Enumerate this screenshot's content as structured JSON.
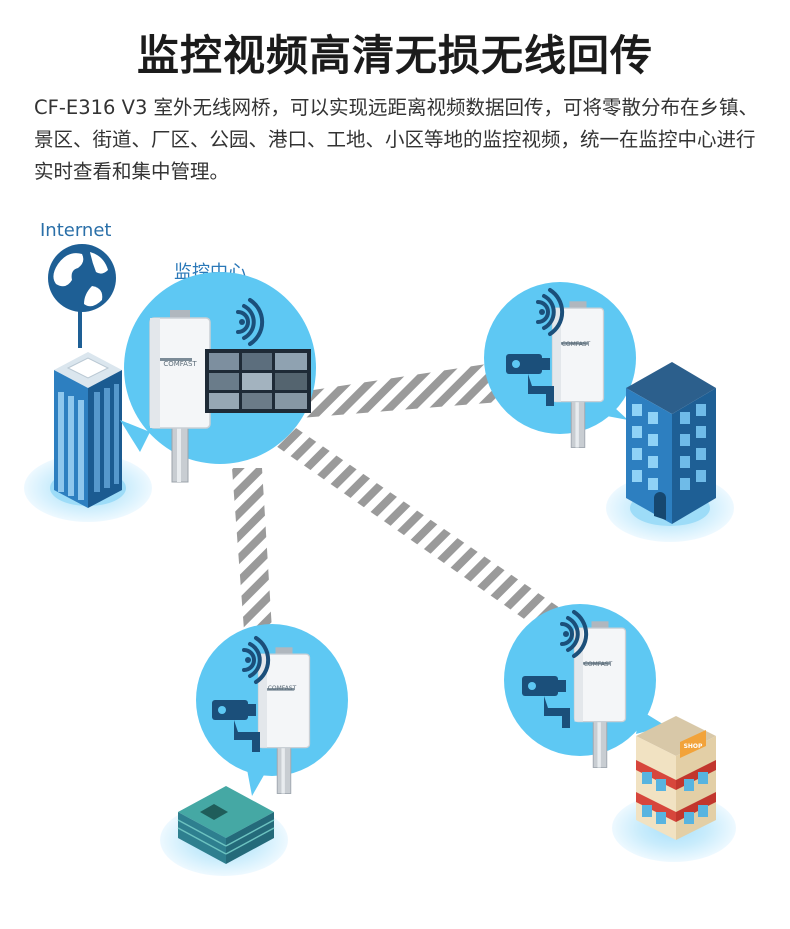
{
  "header": {
    "title": "监控视频高清无损无线回传",
    "description": "CF-E316 V3  室外无线网桥，可以实现远距离视频数据回传，可将零散分布在乡镇、景区、街道、厂区、公园、港口、工地、小区等地的监控视频，统一在监控中心进行实时查看和集中管理。"
  },
  "labels": {
    "internet": "Internet",
    "monitoring_center": "监控中心"
  },
  "device": {
    "brand": "COMFAST"
  },
  "shop": {
    "sign": "SHOP"
  },
  "colors": {
    "bubble": "#5ec8f3",
    "building_blue": "#1e6fb0",
    "stripe": "#9a9a9a",
    "halo": "#bfe8fb"
  }
}
